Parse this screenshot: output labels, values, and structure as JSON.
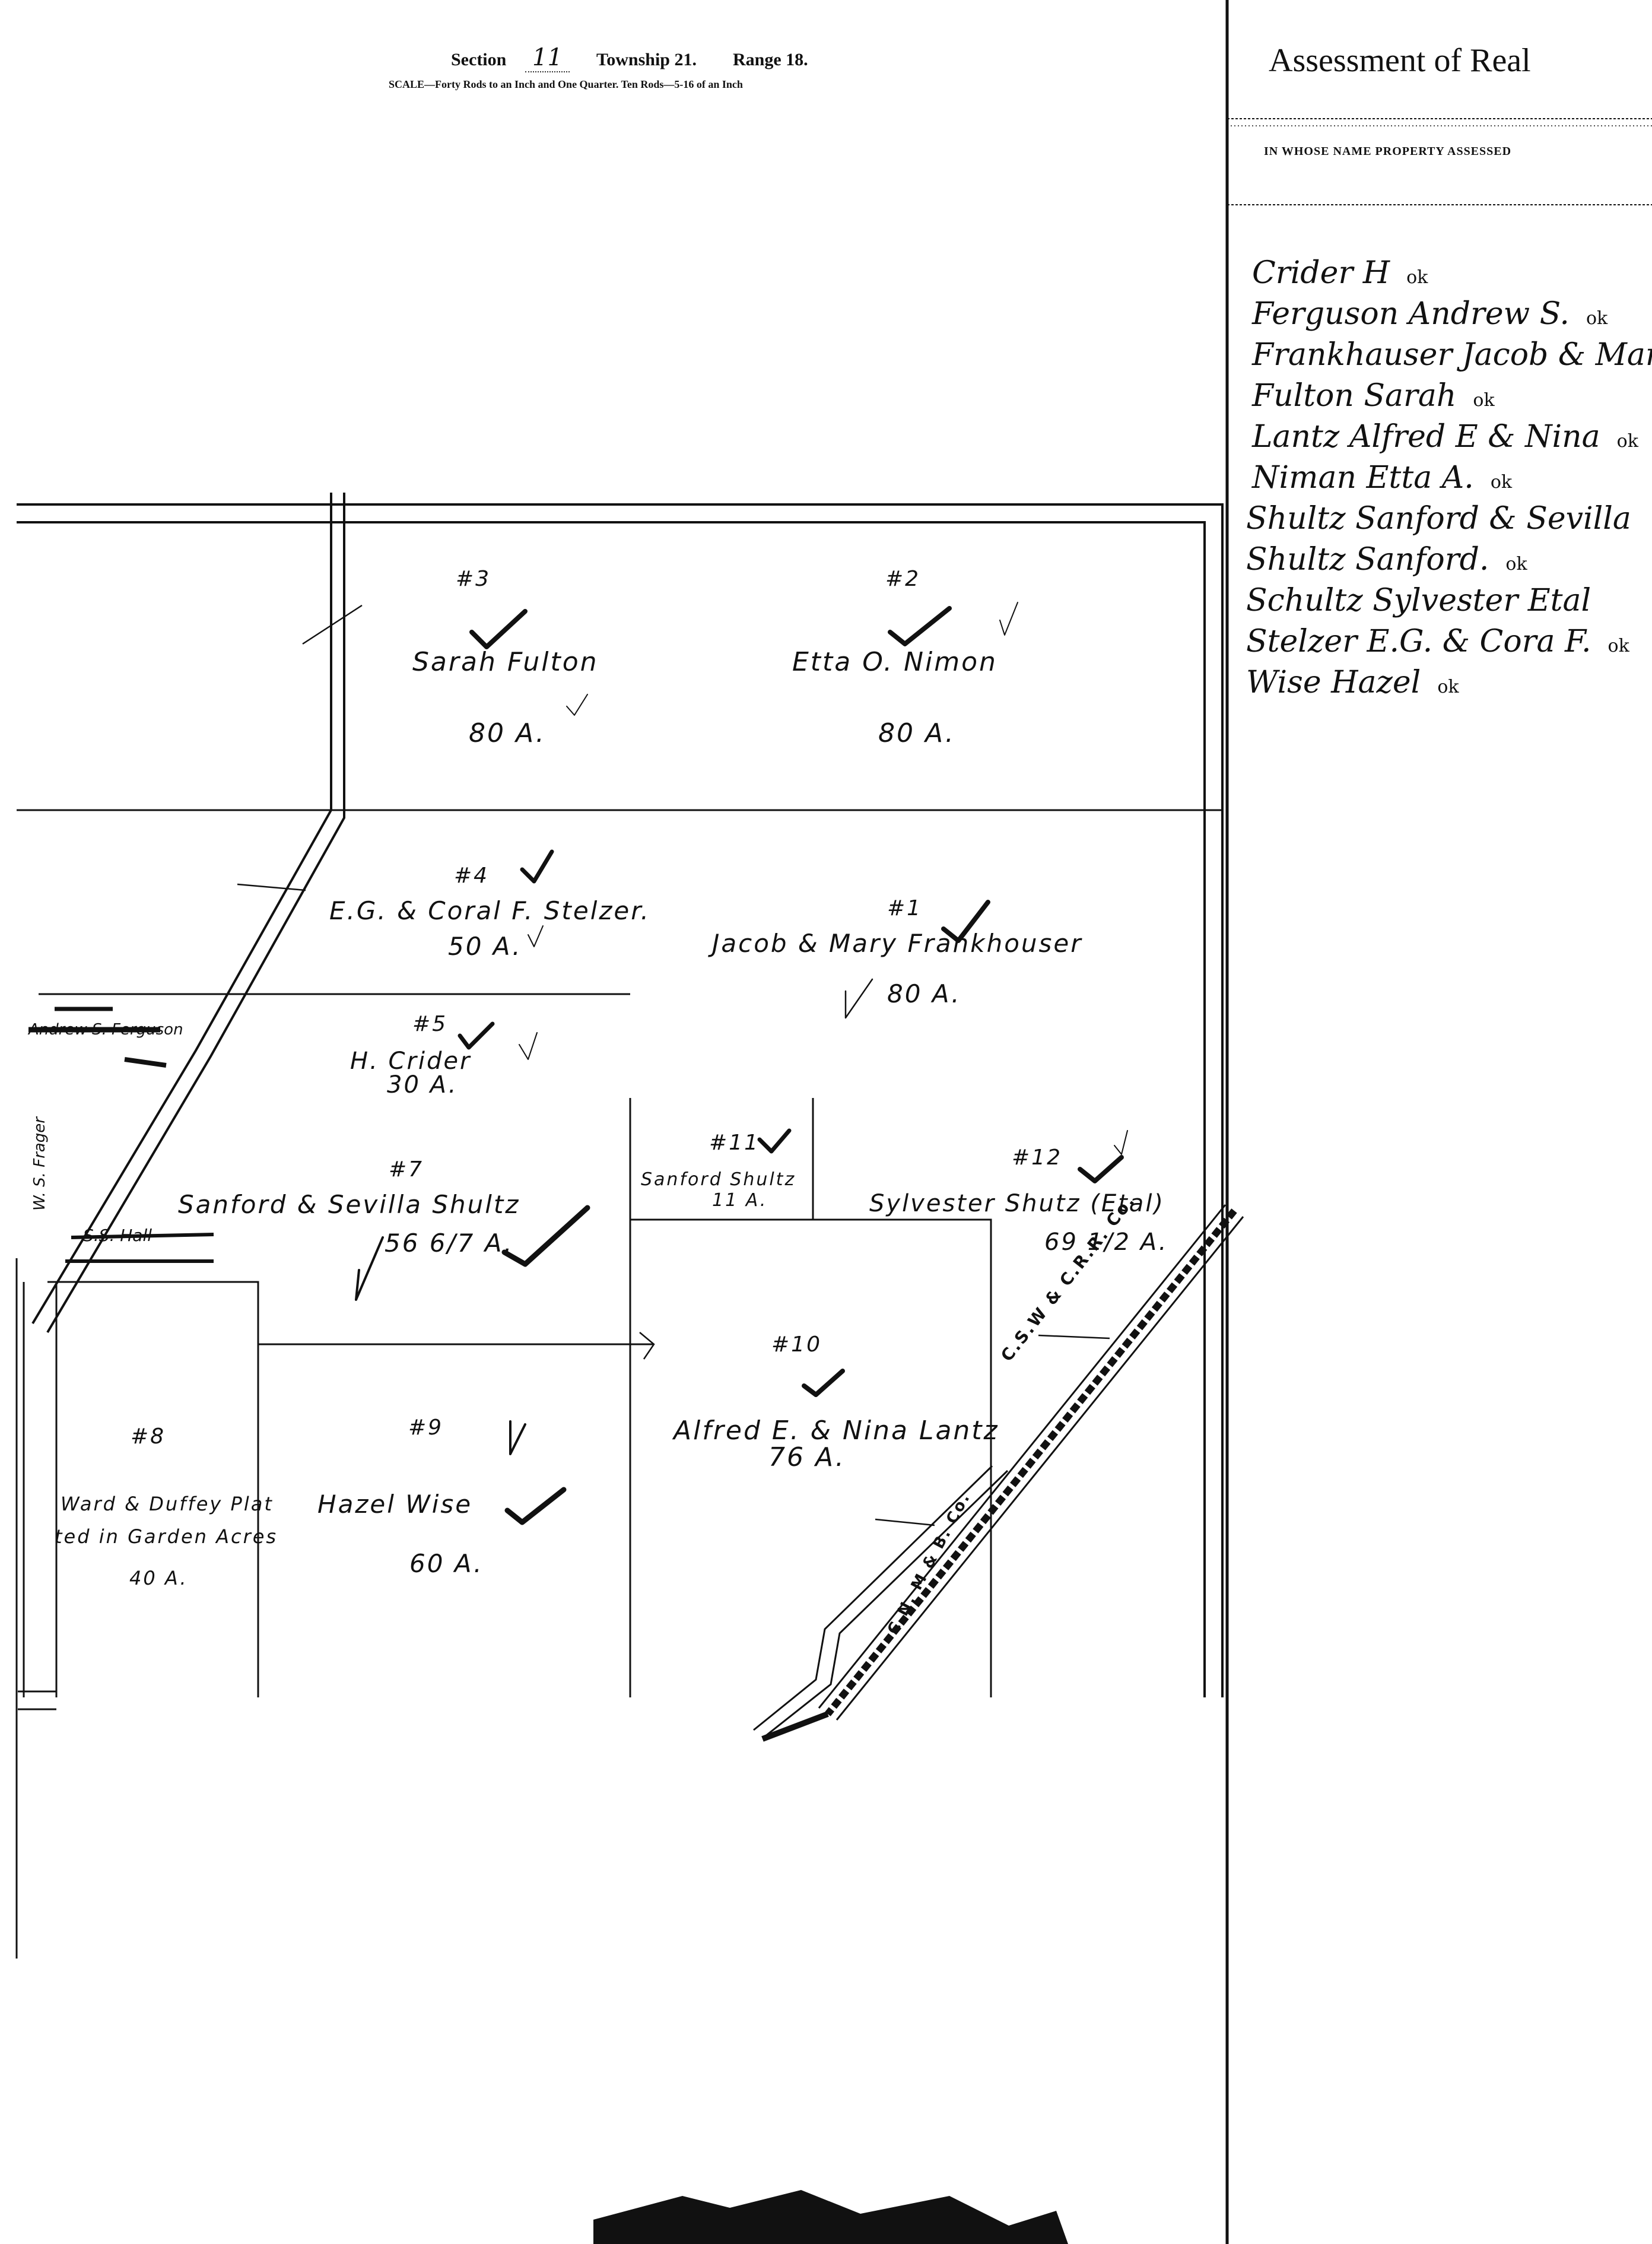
{
  "header": {
    "section_label": "Section",
    "section_value": "11",
    "township": "Township 21.",
    "range": "Range 18.",
    "scale": "SCALE—Forty Rods to an Inch and One Quarter.   Ten Rods—5-16 of an Inch"
  },
  "assessment": {
    "title": "Assessment of Real",
    "column_header": "IN WHOSE NAME PROPERTY ASSESSED",
    "owners": [
      {
        "name": "Crider H",
        "mark": "ok"
      },
      {
        "name": "Ferguson Andrew S.",
        "mark": "ok"
      },
      {
        "name": "Frankhauser Jacob & Mary",
        "mark": ""
      },
      {
        "name": "Fulton Sarah",
        "mark": "ok"
      },
      {
        "name": "Lantz Alfred E & Nina",
        "mark": "ok"
      },
      {
        "name": "Niman Etta A.",
        "mark": "ok"
      },
      {
        "name": "Shultz Sanford & Sevilla",
        "mark": ""
      },
      {
        "name": "Shultz Sanford.",
        "mark": "ok"
      },
      {
        "name": "Schultz Sylvester Etal",
        "mark": ""
      },
      {
        "name": "Stelzer E.G. & Cora F.",
        "mark": "ok"
      },
      {
        "name": "Wise Hazel",
        "mark": "ok"
      }
    ]
  },
  "parcels": [
    {
      "number": "#3",
      "owner": "Sarah Fulton",
      "area": "80 A."
    },
    {
      "number": "#2",
      "owner": "Etta O. Nimon",
      "area": "80 A."
    },
    {
      "number": "#4",
      "owner": "E.G. & Coral F. Stelzer.",
      "area": "50 A."
    },
    {
      "number": "#1",
      "owner": "Jacob & Mary Frankhouser",
      "area": "80 A."
    },
    {
      "number": "#5",
      "owner": "H. Crider",
      "area": "30 A."
    },
    {
      "number": "#7",
      "owner": "Sanford & Sevilla Shultz",
      "area": "56 6/7 A."
    },
    {
      "number": "#11",
      "owner": "Sanford Shultz",
      "area": "11 A."
    },
    {
      "number": "#12",
      "owner": "Sylvester Shutz (Etal)",
      "area": "69 1/2 A."
    },
    {
      "number": "#10",
      "owner": "Alfred E. & Nina Lantz",
      "area": "76 A."
    },
    {
      "number": "#8",
      "owner": "Ward & Duffey Plat",
      "owner2": "ted in Garden Acres",
      "area": "40 A."
    },
    {
      "number": "#9",
      "owner": "Hazel Wise",
      "area": "60 A."
    }
  ],
  "railroads": [
    {
      "label": "C.S.W & C.R.R. Co."
    },
    {
      "label": "C.N. M & B. Co."
    }
  ],
  "margin_notes": {
    "struck_name": "Andrew S. Ferguson",
    "struck_small": "S.S. Hall",
    "margin_vertical": "W. S. Frager"
  }
}
